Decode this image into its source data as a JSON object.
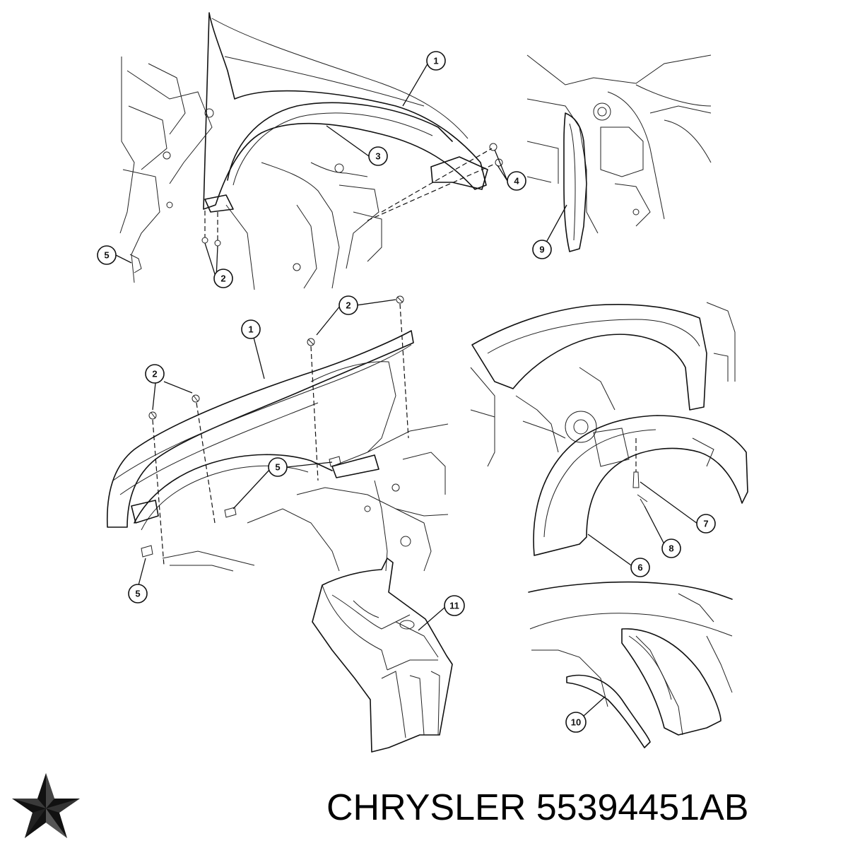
{
  "panels": [
    {
      "id": "fender-upper-left",
      "callouts": [
        "1",
        "2",
        "3",
        "4",
        "5"
      ]
    },
    {
      "id": "fender-upper-right",
      "callouts": [
        "9"
      ]
    },
    {
      "id": "fender-middle-left",
      "callouts": [
        "1",
        "2",
        "2",
        "5",
        "5"
      ]
    },
    {
      "id": "liner-middle-right",
      "callouts": [
        "6",
        "7",
        "8"
      ]
    },
    {
      "id": "shield-lower-left",
      "callouts": [
        "11"
      ]
    },
    {
      "id": "liner-lower-right",
      "callouts": [
        "10"
      ]
    }
  ],
  "footer": {
    "brand": "CHRYSLER",
    "part_number": "55394451AB",
    "logo_icon": "chrysler-pentastar-icon"
  }
}
